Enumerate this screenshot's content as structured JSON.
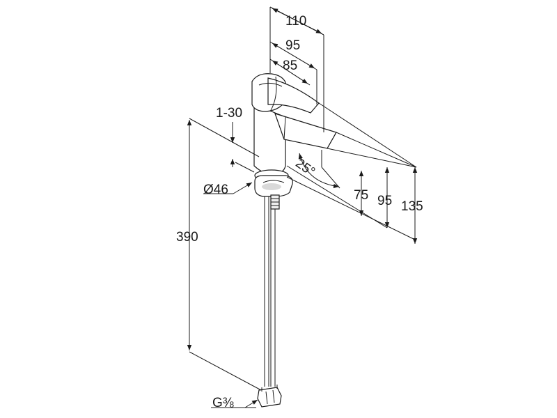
{
  "dimensions": {
    "width_overall": "110",
    "width_mid": "95",
    "width_inner": "85",
    "deck_thickness": "1-30",
    "base_diameter": "Ø46",
    "total_height": "390",
    "spout_height": "75",
    "lever_height": "95",
    "body_height": "135",
    "lever_angle": "25°",
    "thread": "G⅜"
  },
  "colors": {
    "line": "#1a1a1a",
    "fill": "#ffffff",
    "shade": "#d9d9d9"
  }
}
